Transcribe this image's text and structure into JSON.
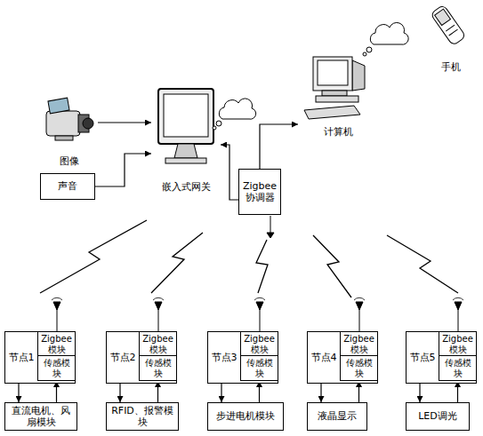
{
  "diagram": {
    "nodes": [
      {
        "text": [
          "手机"
        ]
      },
      {
        "text": [
          "计算机"
        ]
      },
      {
        "text": [
          "嵌入式网关"
        ]
      },
      {
        "text": [
          "图像"
        ]
      },
      {
        "text": [
          "声音"
        ]
      },
      {
        "text": [
          "Zigbee 协调器"
        ]
      },
      {
        "text": [
          "节点1"
        ]
      },
      {
        "text": [
          "Zigbee 模块"
        ],
        "in": 6
      },
      {
        "text": [
          "传感模块"
        ],
        "in": 6
      },
      {
        "text": [
          "直流电机、风扇模块"
        ]
      },
      {
        "text": [
          "节点2"
        ]
      },
      {
        "text": [
          "Zigbee 模块"
        ],
        "in": 10
      },
      {
        "text": [
          "传感模块"
        ],
        "in": 10
      },
      {
        "text": [
          "RFID、报警模块"
        ]
      },
      {
        "text": [
          "节点3"
        ]
      },
      {
        "text": [
          "Zigbee 模块"
        ],
        "in": 14
      },
      {
        "text": [
          "传感模块"
        ],
        "in": 14
      },
      {
        "text": [
          "步进电机模块"
        ]
      },
      {
        "text": [
          "节点4"
        ]
      },
      {
        "text": [
          "Zigbee 模块"
        ],
        "in": 18
      },
      {
        "text": [
          "传感模块"
        ],
        "in": 18
      },
      {
        "text": [
          "液晶显示"
        ]
      },
      {
        "text": [
          "节点5"
        ]
      },
      {
        "text": [
          "Zigbee 模块"
        ],
        "in": 22
      },
      {
        "text": [
          "传感模块"
        ],
        "in": 22
      },
      {
        "text": [
          "LED调光"
        ]
      }
    ],
    "edges": [
      {
        "from": 3,
        "to": 2,
        "arrow": "to"
      },
      {
        "from": 4,
        "to": 2,
        "arrow": "to"
      },
      {
        "from": 5,
        "to": 2,
        "arrow": "to"
      },
      {
        "from": 5,
        "to": 1,
        "arrow": "to"
      },
      {
        "from": 6,
        "to": 9,
        "arrow": "to"
      },
      {
        "from": 9,
        "to": 8,
        "arrow": "to"
      },
      {
        "from": 10,
        "to": 13,
        "arrow": "to"
      },
      {
        "from": 13,
        "to": 12,
        "arrow": "to"
      },
      {
        "from": 14,
        "to": 17,
        "arrow": "to"
      },
      {
        "from": 17,
        "to": 16,
        "arrow": "to"
      },
      {
        "from": 18,
        "to": 21,
        "arrow": "to"
      },
      {
        "from": 21,
        "to": 20,
        "arrow": "to"
      },
      {
        "from": 22,
        "to": 25,
        "arrow": "to"
      },
      {
        "from": 25,
        "to": 24,
        "arrow": "to"
      }
    ]
  }
}
